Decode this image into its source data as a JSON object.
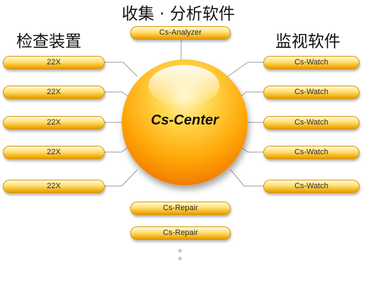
{
  "headings": {
    "analysis": "收集 · 分析软件",
    "inspection": "检查装置",
    "monitoring": "监视软件"
  },
  "center": {
    "label": "Cs-Center"
  },
  "analyzer": {
    "label": "Cs-Analyzer"
  },
  "devices": [
    {
      "label": "22X"
    },
    {
      "label": "22X"
    },
    {
      "label": "22X"
    },
    {
      "label": "22X"
    },
    {
      "label": "22X"
    }
  ],
  "watchers": [
    {
      "label": "Cs-Watch"
    },
    {
      "label": "Cs-Watch"
    },
    {
      "label": "Cs-Watch"
    },
    {
      "label": "Cs-Watch"
    },
    {
      "label": "Cs-Watch"
    }
  ],
  "repairs": [
    {
      "label": "Cs-Repair"
    },
    {
      "label": "Cs-Repair"
    }
  ],
  "colors": {
    "connector": "#9a9a9a",
    "pill_border": "#d4950a",
    "sphere_core": "#ffa607",
    "ellipsis_dots": "#c4c4c4"
  }
}
